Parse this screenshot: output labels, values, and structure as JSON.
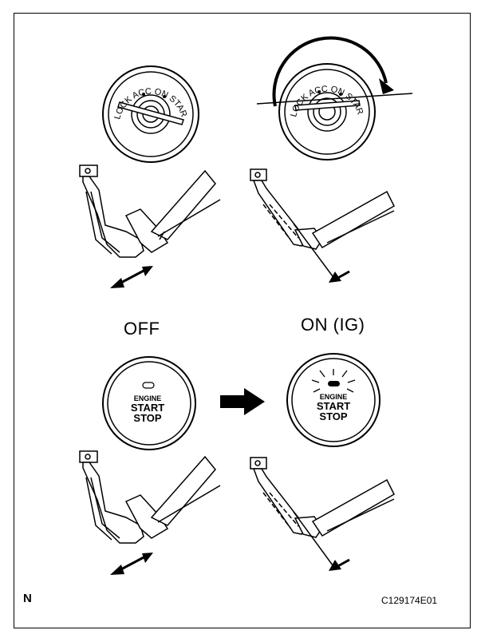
{
  "ignition_labels": {
    "lock": "LOCK",
    "acc": "ACC",
    "on": "ON",
    "start": "START"
  },
  "state_labels": {
    "off": "OFF",
    "on_ig": "ON (IG)"
  },
  "button_text": {
    "line1": "ENGINE",
    "line2": "START",
    "line3": "STOP"
  },
  "footer": {
    "corner_mark": "N",
    "figure_code": "C129174E01"
  },
  "colors": {
    "ink": "#000000",
    "paper": "#ffffff"
  }
}
